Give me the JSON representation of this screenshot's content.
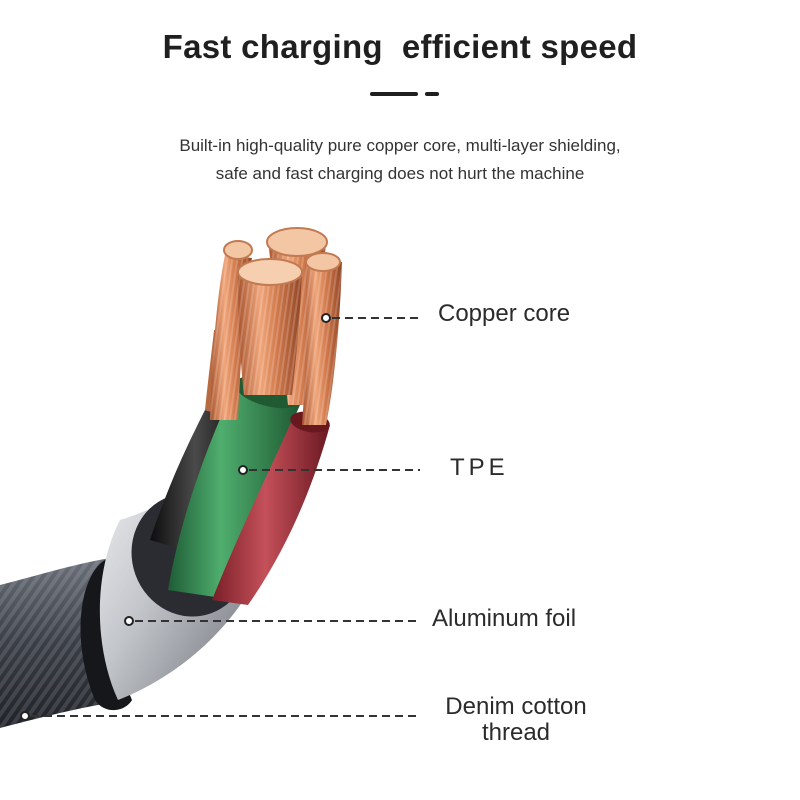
{
  "heading": {
    "title": "Fast charging  efficient speed",
    "subtitle_line1": "Built-in high-quality pure copper core, multi-layer shielding,",
    "subtitle_line2": "safe and fast charging does not hurt the machine"
  },
  "layers": {
    "copper_core": "Copper core",
    "tpe": "TPE",
    "aluminum_foil": "Aluminum foil",
    "denim_line1": "Denim cotton",
    "denim_line2": "thread"
  },
  "colors": {
    "copper": "#d9845a",
    "green_insulation": "#3a8a55",
    "red_insulation": "#a8323c",
    "black_insulation": "#262626",
    "foil": "#c9ccd0",
    "braid": "#4a4f58"
  }
}
